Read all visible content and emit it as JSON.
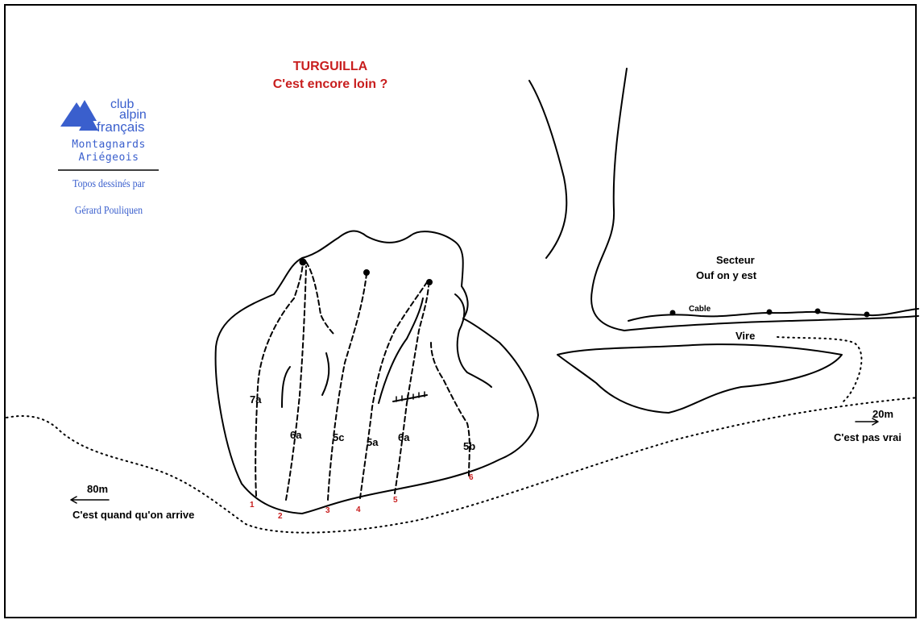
{
  "title": {
    "line1": "TURGUILLA",
    "line2": "C'est encore loin ?"
  },
  "logo": {
    "club": "club",
    "alpin": "alpin",
    "francais": "français",
    "section1": "Montagnards",
    "section2": "Ariégeois"
  },
  "credit": {
    "line1": "Topos dessinés par",
    "line2": "Gérard Pouliquen"
  },
  "sector": {
    "line1": "Secteur",
    "line2": "Ouf on y est"
  },
  "features": {
    "cable": "Cable",
    "vire": "Vire"
  },
  "approach_left": {
    "distance": "80m",
    "text": "C'est quand qu'on arrive"
  },
  "approach_right": {
    "distance": "20m",
    "text": "C'est pas vrai"
  },
  "routes": [
    {
      "number": "1",
      "grade": "7a"
    },
    {
      "number": "2",
      "grade": "6a"
    },
    {
      "number": "3",
      "grade": "5c"
    },
    {
      "number": "4",
      "grade": "5a"
    },
    {
      "number": "5",
      "grade": "6a"
    },
    {
      "number": "6",
      "grade": "5b"
    }
  ],
  "colors": {
    "title": "#c81e1e",
    "logo": "#3a5fcd",
    "ink": "#000000"
  }
}
